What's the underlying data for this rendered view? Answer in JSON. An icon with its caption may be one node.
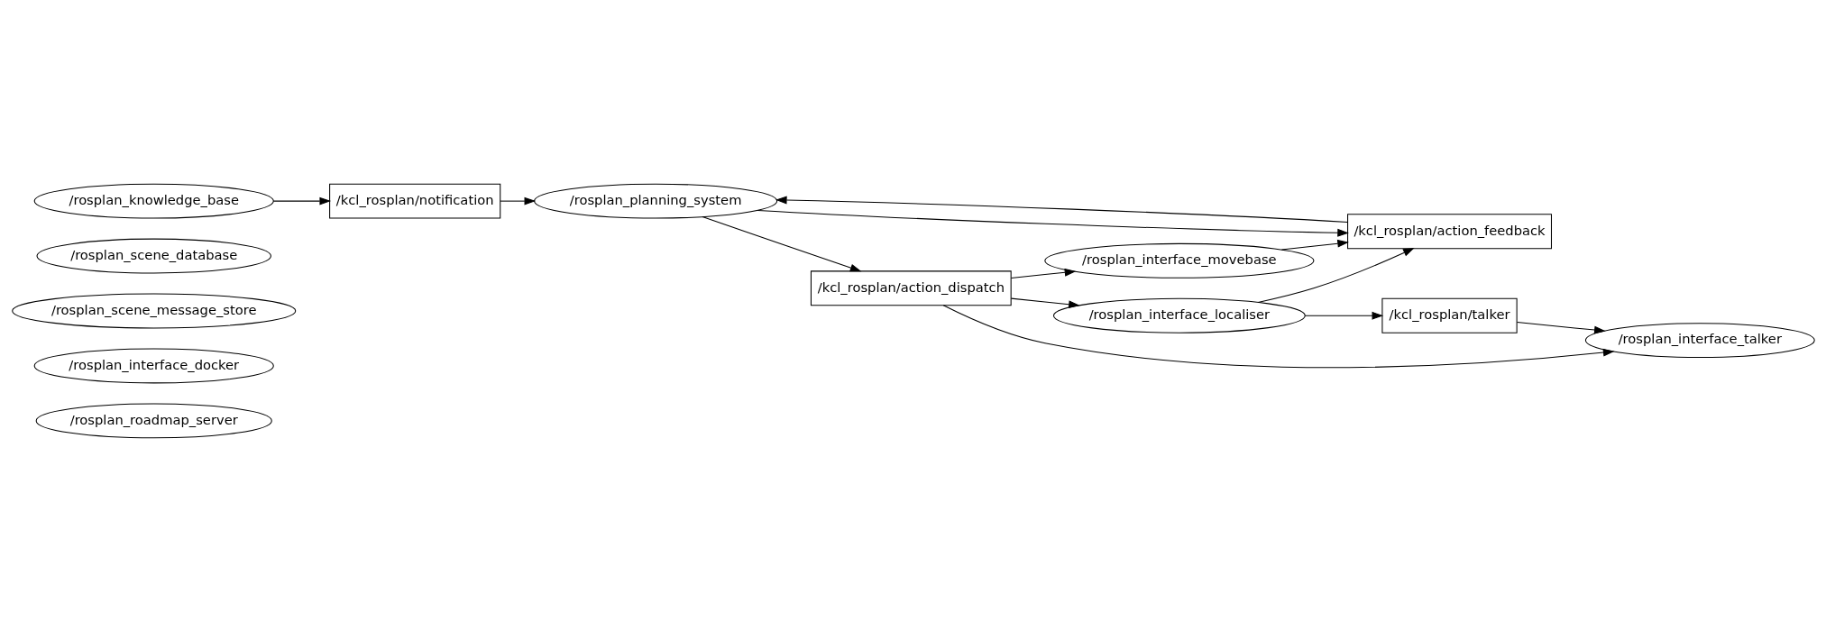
{
  "diagram": {
    "nodes": [
      {
        "text": [
          "/rosplan_roadmap_server"
        ]
      },
      {
        "text": [
          "/rosplan_interface_docker"
        ]
      },
      {
        "text": [
          "/rosplan_scene_message_store"
        ]
      },
      {
        "text": [
          "/rosplan_scene_database"
        ]
      },
      {
        "text": [
          "/rosplan_knowledge_base"
        ]
      },
      {
        "text": [
          "/kcl_rosplan/notification"
        ]
      },
      {
        "text": [
          "/rosplan_planning_system"
        ]
      },
      {
        "text": [
          "/rosplan_interface_movebase"
        ]
      },
      {
        "text": [
          "/kcl_rosplan/action_feedback"
        ]
      },
      {
        "text": [
          "/kcl_rosplan/action_dispatch"
        ]
      },
      {
        "text": [
          "/rosplan_interface_localiser"
        ]
      },
      {
        "text": [
          "/kcl_rosplan/talker"
        ]
      },
      {
        "text": [
          "/rosplan_interface_talker"
        ]
      }
    ],
    "edges": [
      {
        "from": 4,
        "to": 5,
        "arrow": "to"
      },
      {
        "from": 5,
        "to": 6,
        "arrow": "to"
      },
      {
        "from": 6,
        "to": 9,
        "arrow": "to"
      },
      {
        "from": 6,
        "to": 8,
        "arrow": "to"
      },
      {
        "from": 8,
        "to": 6,
        "arrow": "to"
      },
      {
        "from": 9,
        "to": 7,
        "arrow": "to"
      },
      {
        "from": 7,
        "to": 8,
        "arrow": "to"
      },
      {
        "from": 9,
        "to": 10,
        "arrow": "to"
      },
      {
        "from": 10,
        "to": 8,
        "arrow": "to"
      },
      {
        "from": 9,
        "to": 12,
        "arrow": "to"
      },
      {
        "from": 10,
        "to": 11,
        "arrow": "to"
      },
      {
        "from": 11,
        "to": 12,
        "arrow": "to"
      }
    ]
  }
}
